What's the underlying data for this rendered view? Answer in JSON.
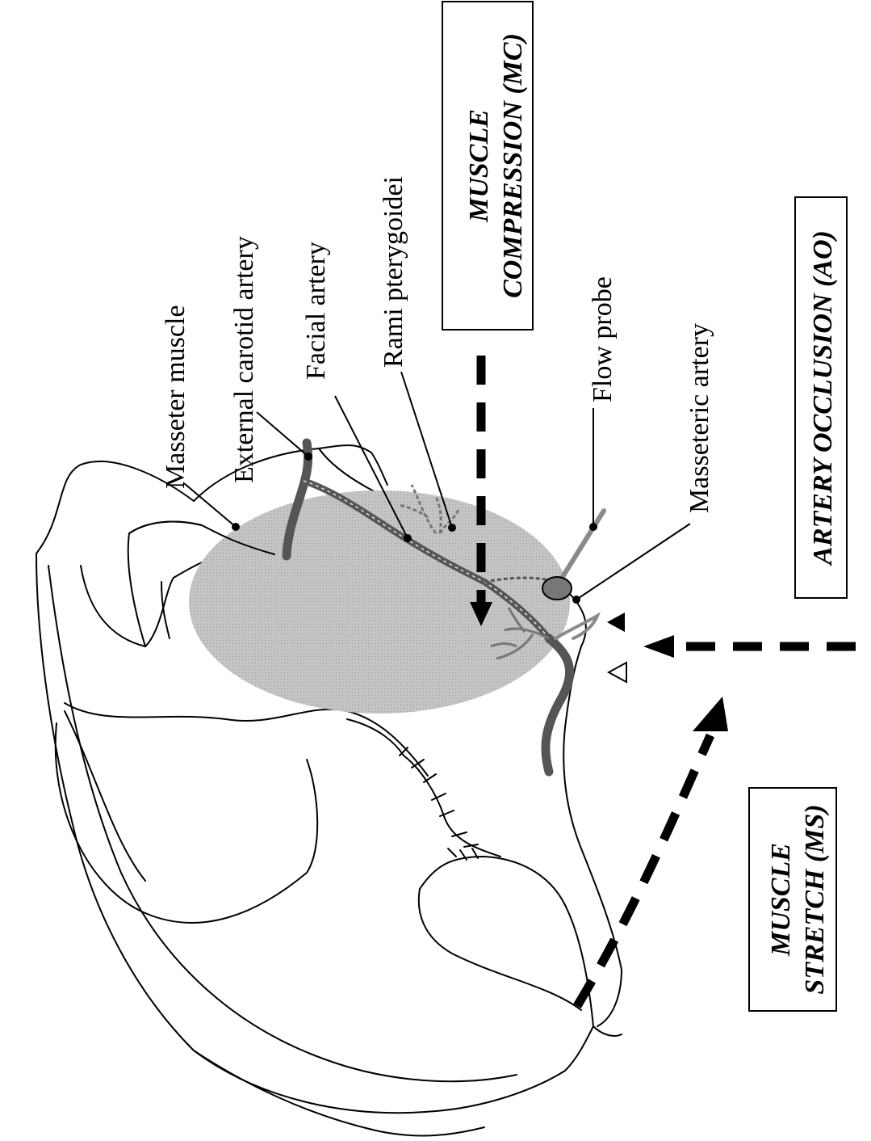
{
  "labels": {
    "masseter_muscle": "Masseter muscle",
    "external_carotid_artery": "External carotid artery",
    "facial_artery": "Facial artery",
    "rami_pterygoidei": "Rami pterygoidei",
    "flow_probe": "Flow probe",
    "masseteric_artery": "Masseteric artery"
  },
  "interventions": {
    "muscle_compression": {
      "line1": "MUSCLE",
      "line2": "COMPRESSION  (MC)"
    },
    "artery_occlusion": {
      "line1": "ARTERY OCCLUSION (AO)"
    },
    "muscle_stretch": {
      "line1": "MUSCLE",
      "line2": "STRETCH (MS)"
    }
  },
  "colors": {
    "muscle_fill": "#bdbdbd",
    "artery_dark": "#555555",
    "artery_light": "#8a8a8a",
    "probe": "#777777",
    "line": "#000000"
  }
}
